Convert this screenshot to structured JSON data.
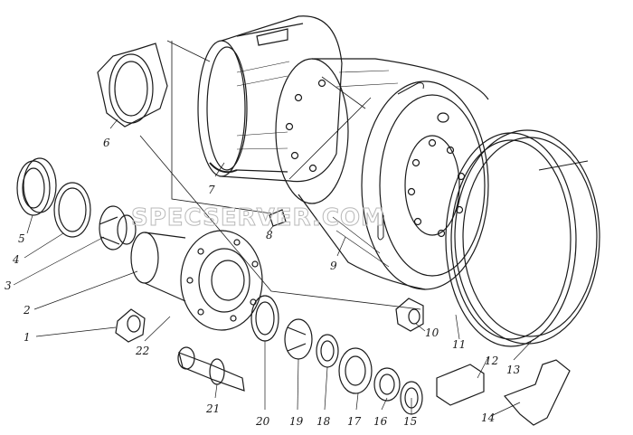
{
  "watermark": "SPECSERVER.COM",
  "labels": [
    "1",
    "2",
    "3",
    "4",
    "5",
    "6",
    "7",
    "8",
    "9",
    "10",
    "11",
    "12",
    "13",
    "14",
    "15",
    "16",
    "17",
    "18",
    "19",
    "20",
    "21",
    "22"
  ],
  "colors": {
    "ink": "#1a1a1a",
    "paper": "#ffffff",
    "watermark": "#b9b9b9"
  }
}
